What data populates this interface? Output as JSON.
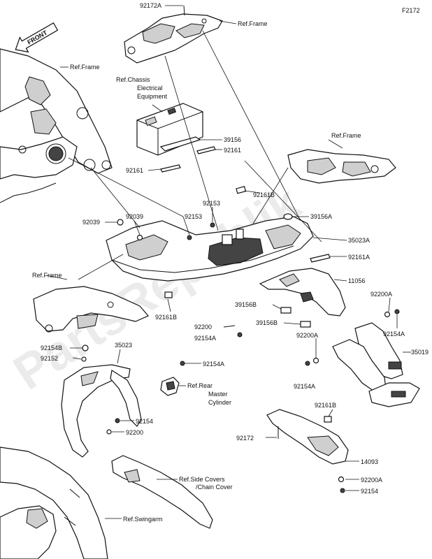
{
  "diagram": {
    "code": "F2172",
    "front_label": "FRONT",
    "watermark": "PartsRepublik",
    "labels": {
      "p92172A": "92172A",
      "ref_frame_top": "Ref.Frame",
      "ref_frame_left": "Ref.Frame",
      "ref_chassis_1": "Ref.Chassis",
      "ref_chassis_2": "Electrical",
      "ref_chassis_3": "Equipment",
      "p39156": "39156",
      "p92161_a": "92161",
      "p92161_b": "92161",
      "ref_frame_right": "Ref.Frame",
      "p92161B_top": "92161B",
      "p92153_a": "92153",
      "p92153_b": "92153",
      "p39156A": "39156A",
      "p35023A": "35023A",
      "p92161A": "92161A",
      "p92039_a": "92039",
      "p92039_b": "92039",
      "ref_frame_mid": "Ref.Frame",
      "p11056": "11056",
      "p92200A_r": "92200A",
      "p39156B_a": "39156B",
      "p39156B_b": "39156B",
      "p92161B_mid": "92161B",
      "p92200": "92200",
      "p92154A_mid": "92154A",
      "p92154A_r": "92154A",
      "p92200A_mid": "92200A",
      "p35019": "35019",
      "p92154B": "92154B",
      "p35023": "35023",
      "p92152": "92152",
      "p92154A_low": "92154A",
      "p92154A_c": "92154A",
      "ref_rear_1": "Ref.Rear",
      "ref_rear_2": "Master",
      "ref_rear_3": "Cylinder",
      "p92161B_low": "92161B",
      "p92154_a": "92154",
      "p92200_b": "92200",
      "p92172": "92172",
      "p14093": "14093",
      "ref_side_1": "Ref.Side Covers",
      "ref_side_2": "/Chain Cover",
      "p92200A_b": "92200A",
      "p92154_b": "92154",
      "ref_swingarm": "Ref.Swingarm"
    }
  }
}
